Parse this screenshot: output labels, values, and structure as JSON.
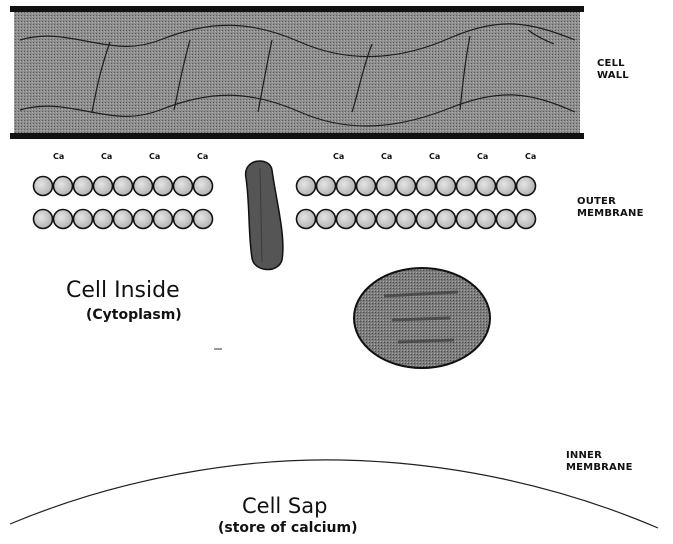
{
  "diagram": {
    "labels": {
      "cell_wall_line1": "CELL",
      "cell_wall_line2": "WALL",
      "outer_membrane_line1": "OUTER",
      "outer_membrane_line2": "MEMBRANE",
      "inner_membrane_line1": "INNER",
      "inner_membrane_line2": "MEMBRANE",
      "cell_inside": "Cell Inside",
      "cytoplasm": "(Cytoplasm)",
      "cell_sap": "Cell Sap",
      "cell_sap_note": "(store of calcium)"
    },
    "calcium_symbol": "Ca",
    "calcium_ions_left_count": 4,
    "calcium_ions_right_count": 5,
    "colors": {
      "outline": "#111111",
      "wall_fill": "#8a8a8a",
      "bead_fill": "#cfcfcf",
      "channel_fill": "#555555",
      "organelle_fill": "#7a7a7a"
    }
  }
}
